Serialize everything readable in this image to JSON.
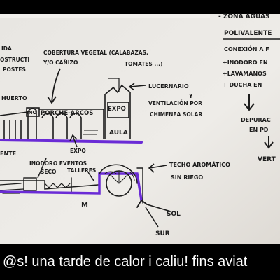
{
  "sketch": {
    "zona": "- ZONA AGUAS",
    "polivalente": "POLIVALENTE",
    "conexion": "CONEXIÓN A F",
    "inodoro_en": "+INODORO EN",
    "lavamanos": "+LAVAMANOS",
    "ducha": "+ DUCHA EN",
    "depurac": "DEPURAC",
    "en_pd": "EN PD",
    "vert": "VERT",
    "ida": "IDA",
    "ostruct": "OSTRUCTI",
    "postes": "POSTES",
    "cobertura": "COBERTURA VEGETAL (CALABAZAS,",
    "cobertura2": "Y/O CAÑIZO",
    "tomates": "TOMATES ...)",
    "lucernario": "LUCERNARIO",
    "y": "Y",
    "ventilacion": "VENTILACIÓN POR",
    "chimenea": "CHIMENEA SOLAR",
    "huerto": "HUERTO",
    "ino": "INO",
    "porche": "PORCHE-ARCOS",
    "expo_top": "EXPO",
    "aula": "AULA",
    "expo_mid": "EXPO",
    "inodoro_seco": "INODORO EVENTOS",
    "seco": "SECO",
    "talleres": "TALLERES",
    "ente": "ENTE",
    "techo": "TECHO AROMÁTICO",
    "sin_riego": "SIN RIEGO",
    "sol": "SOL",
    "sur": "SUR",
    "m": "M"
  },
  "caption": "@s! una tarde de calor i caliu! fins aviat",
  "colors": {
    "paper": "#ececea",
    "ink": "#1c1c1c",
    "accent": "#6a2bd6",
    "border": "#000000"
  }
}
